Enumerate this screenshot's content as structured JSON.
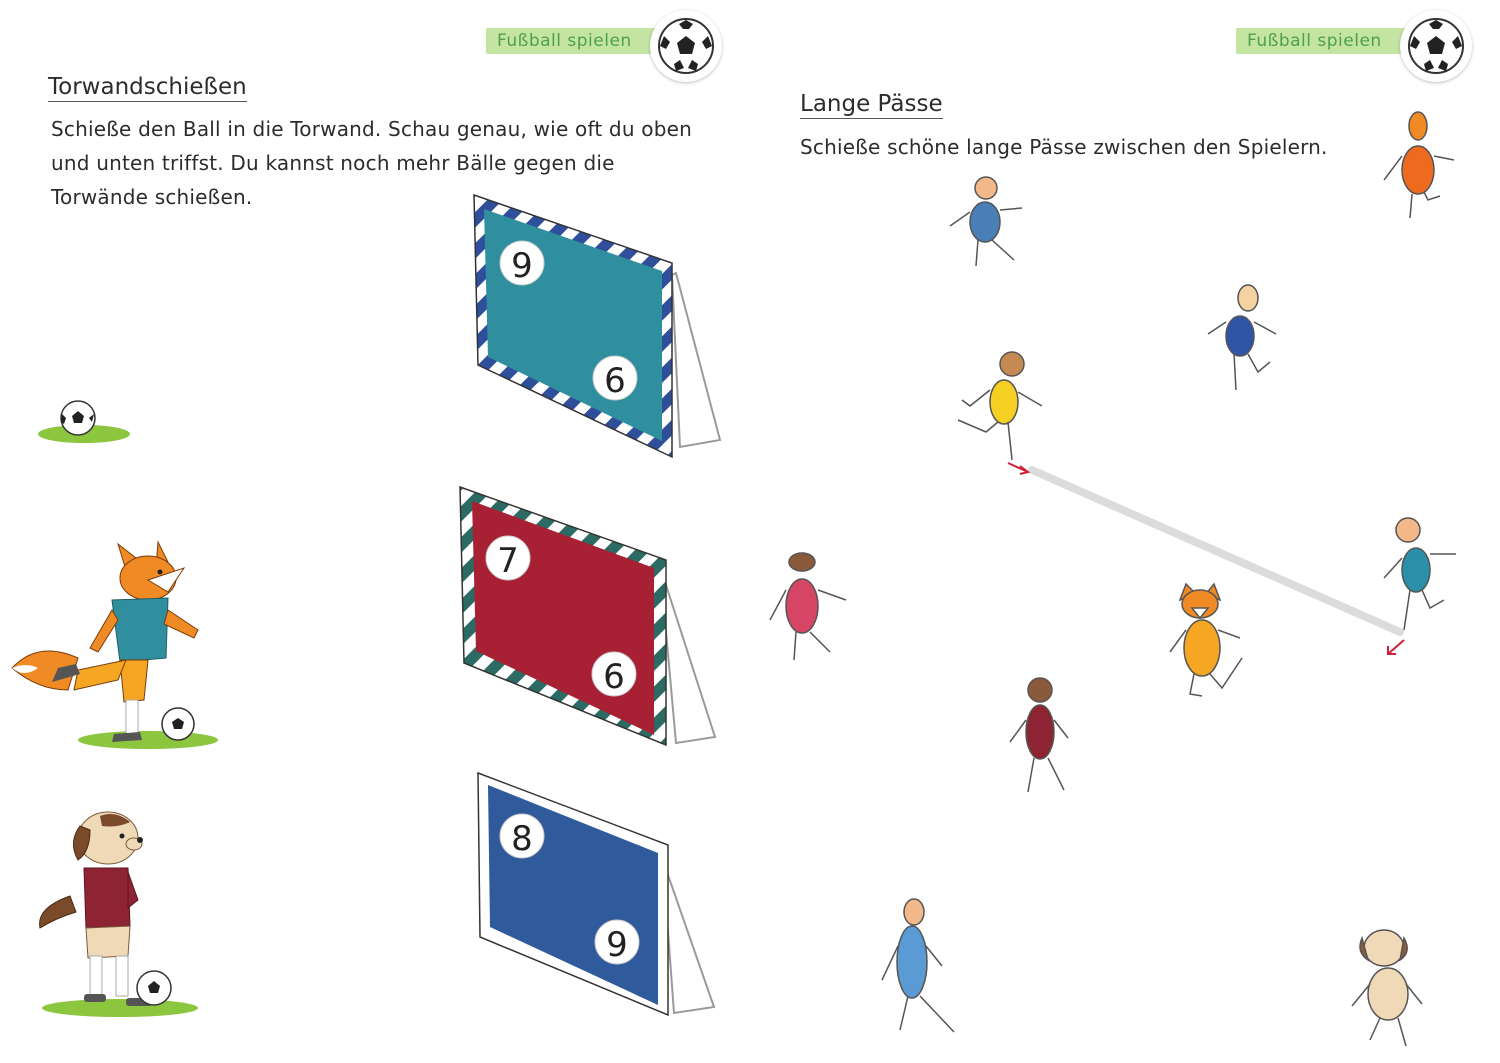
{
  "left": {
    "tag": "Fußball spielen",
    "heading": "Torwandschießen",
    "instruction": "Schieße den Ball in die Torwand. Schau genau, wie oft du oben und unten triffst. Du kannst noch mehr Bälle gegen die Torwände schießen.",
    "goals": [
      {
        "color": "#2f8f9e",
        "frame": "#3b57a8",
        "top": "9",
        "bottom": "6"
      },
      {
        "color": "#a82033",
        "frame": "#2d6e66",
        "top": "7",
        "bottom": "6"
      },
      {
        "color": "#2f5b9c",
        "frame": "#ffffff",
        "top": "8",
        "bottom": "9"
      }
    ]
  },
  "right": {
    "tag": "Fußball spielen",
    "heading": "Lange Pässe",
    "instruction": "Schieße schöne lange Pässe zwischen den Spielern."
  },
  "colors": {
    "tag_bg": "#c4e4a4",
    "tag_text": "#4ea04a",
    "pass_arrow": "#d0203a"
  },
  "icons": [
    "soccer-ball-icon",
    "fox-player",
    "dog-player",
    "stick-figure-player"
  ]
}
